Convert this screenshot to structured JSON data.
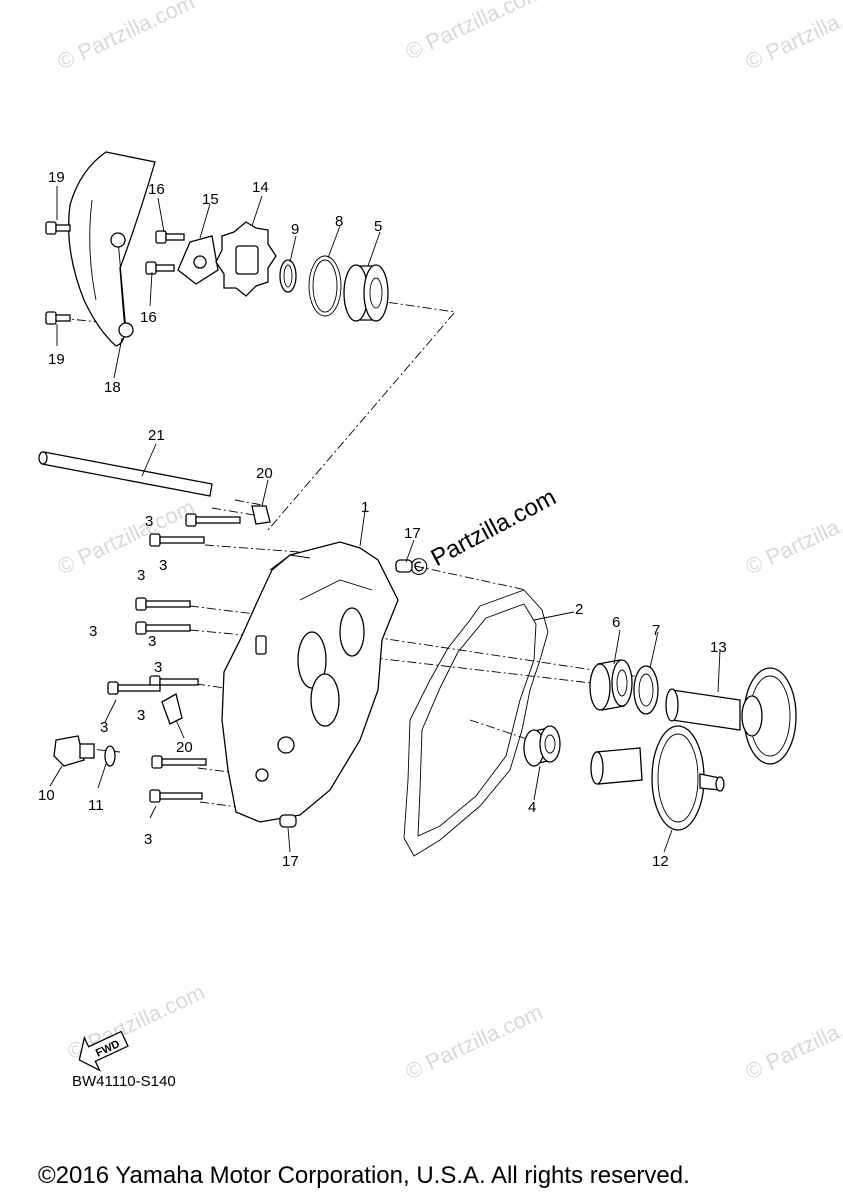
{
  "watermark": {
    "text": "© Partzilla.com",
    "prominent_text": "© Partzilla.com"
  },
  "callouts": [
    "1",
    "2",
    "3",
    "4",
    "5",
    "6",
    "7",
    "8",
    "9",
    "10",
    "11",
    "12",
    "13",
    "14",
    "15",
    "16",
    "17",
    "18",
    "19",
    "20",
    "21"
  ],
  "fwd_badge": "FWD",
  "reference_code": "BW41110-S140",
  "copyright": "©2016 Yamaha Motor Corporation, U.S.A. All rights reserved."
}
